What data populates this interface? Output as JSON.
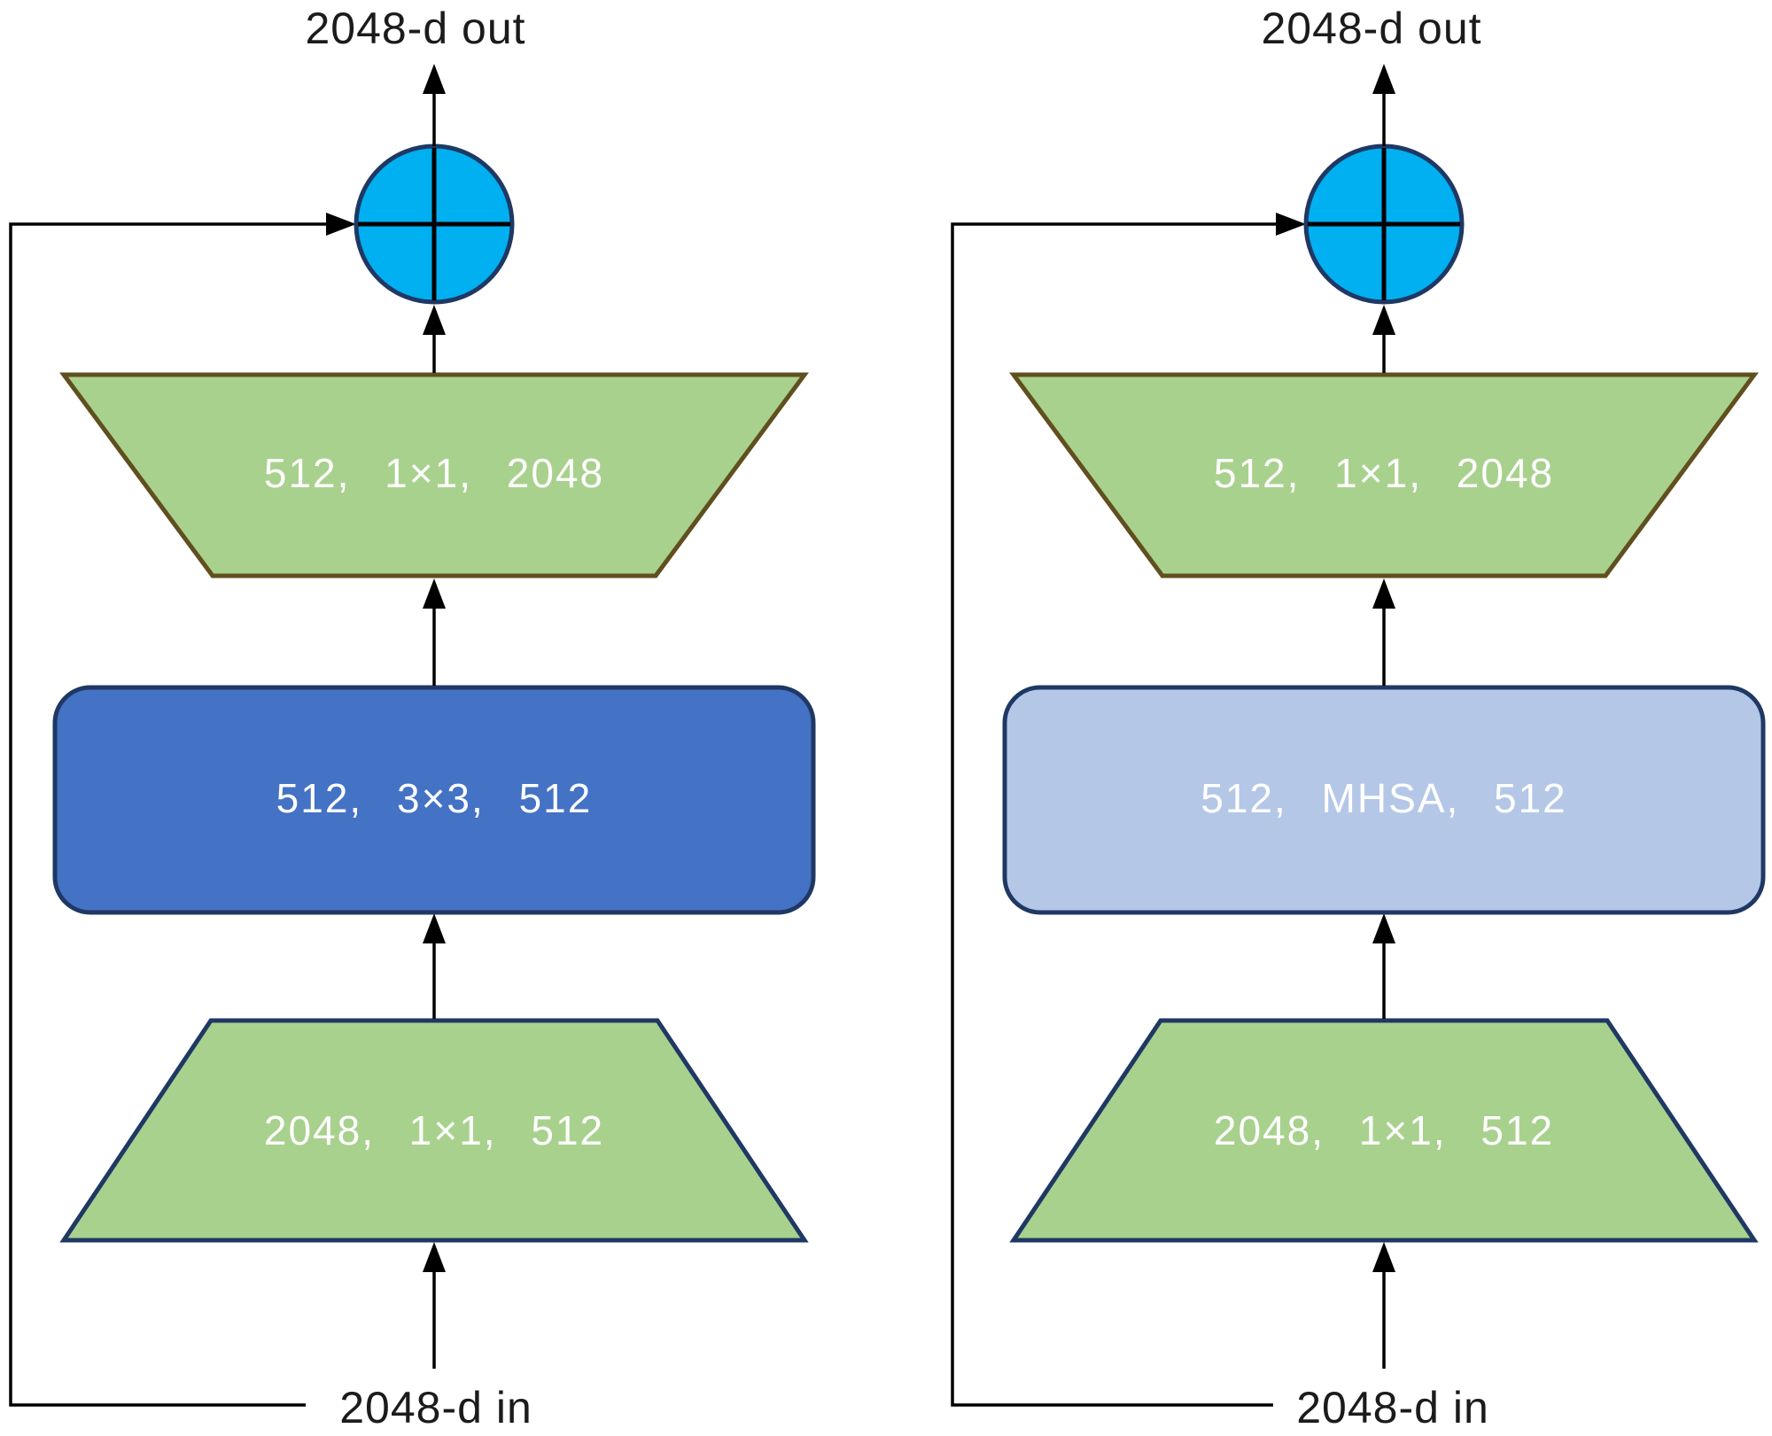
{
  "left": {
    "output_label": "2048-d out",
    "input_label": "2048-d in",
    "conv_expand_label": "512, 1×1, 2048",
    "conv_spatial_label": "512, 3×3, 512",
    "conv_reduce_label": "2048, 1×1, 512"
  },
  "right": {
    "output_label": "2048-d out",
    "input_label": "2048-d in",
    "conv_expand_label": "512, 1×1, 2048",
    "mhsa_label": "512, MHSA, 512",
    "conv_reduce_label": "2048, 1×1, 512"
  },
  "colors": {
    "green_fill": "#a9d18e",
    "olive_border": "#604f1f",
    "navy_border": "#1f3864",
    "blue_fill": "#4472c4",
    "light_blue_fill": "#b4c7e7",
    "cyan_fill": "#00b0f0",
    "line_color": "#000000",
    "block_label_text": "#ffffff",
    "annotation_text": "#1b1b1b",
    "background": "#ffffff"
  }
}
